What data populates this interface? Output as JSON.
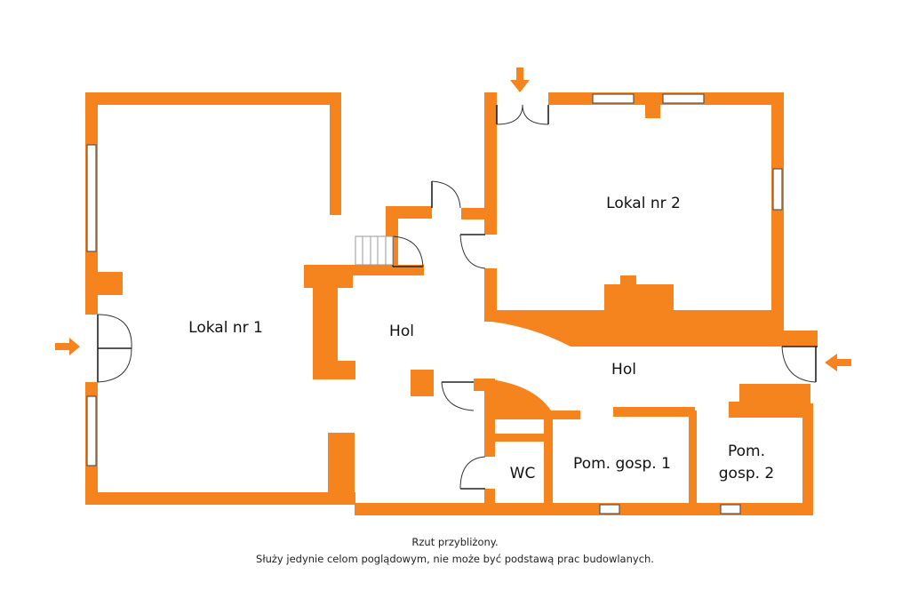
{
  "rooms": {
    "lokal1": "Lokal nr 1",
    "lokal2": "Lokal nr 2",
    "hol1": "Hol",
    "hol2": "Hol",
    "wc": "WC",
    "pom1": "Pom. gosp. 1",
    "pom2_line1": "Pom.",
    "pom2_line2": "gosp. 2"
  },
  "note": {
    "line1": "Rzut przybliżony.",
    "line2": "Służy jedynie celom poglądowym, nie może być podstawą prac budowlanych."
  },
  "colors": {
    "wall": "#F5841F",
    "background": "#FFFFFF"
  },
  "icons": [
    "entrance-arrow-icon",
    "door-icon",
    "window-icon",
    "stairs-icon"
  ]
}
